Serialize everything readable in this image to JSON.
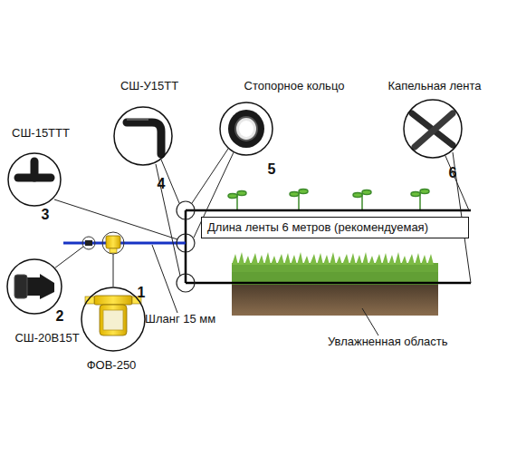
{
  "diagram": {
    "nodes": [
      {
        "text": [
          "СШ-У15ТТ",
          "4"
        ]
      },
      {
        "text": [
          "Стопорное кольцо",
          "5"
        ]
      },
      {
        "text": [
          "Капельная лента",
          "6"
        ]
      },
      {
        "text": [
          "СШ-15ТТТ",
          "3"
        ]
      },
      {
        "text": [
          "Длина ленты 6 метров (рекомендуемая)"
        ]
      },
      {
        "text": [
          "СШ-20В15Т",
          "2"
        ]
      },
      {
        "text": [
          "ФОВ-250",
          "1"
        ]
      }
    ],
    "labels": [
      "Шланг 15 мм",
      "Увлажненная область"
    ]
  }
}
